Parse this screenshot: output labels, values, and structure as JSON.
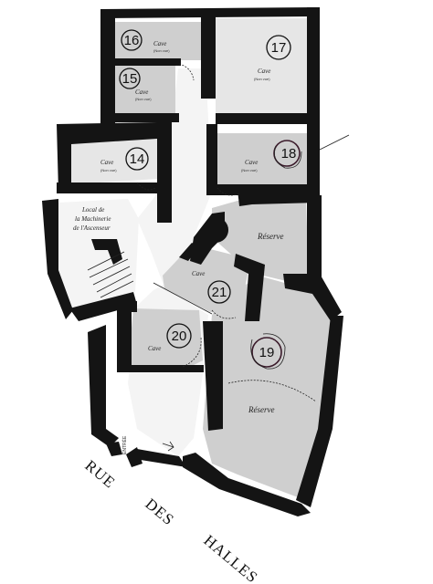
{
  "rooms": {
    "r16": {
      "number": "16",
      "label": "Cave",
      "sub": "(Non vue)"
    },
    "r15": {
      "number": "15",
      "label": "Cave",
      "sub": "(Non vue)"
    },
    "r17": {
      "number": "17",
      "label": "Cave",
      "sub": "(Non vue)"
    },
    "r14": {
      "number": "14",
      "label": "Cave",
      "sub": "(Non vue)"
    },
    "r18": {
      "number": "18",
      "label": "Cave",
      "sub": "(Non vue)"
    },
    "r21": {
      "number": "21",
      "label": "Cave"
    },
    "r20": {
      "number": "20",
      "label": "Cave"
    },
    "r19": {
      "number": "19",
      "label": "Réserve"
    }
  },
  "reserve_upper": {
    "label": "Réserve"
  },
  "machinery": {
    "line1": "Local de",
    "line2": "la Machinerie",
    "line3": "de l'Ascenseur"
  },
  "entrance": {
    "label": "ENTRÉE"
  },
  "street": {
    "word1": "RUE",
    "word2": "DES",
    "word3": "HALLES"
  },
  "colors": {
    "wall": "#141414",
    "floor": "#cfcfcf",
    "ink": "#111111",
    "circle_19_18": "#3a1a2a"
  }
}
